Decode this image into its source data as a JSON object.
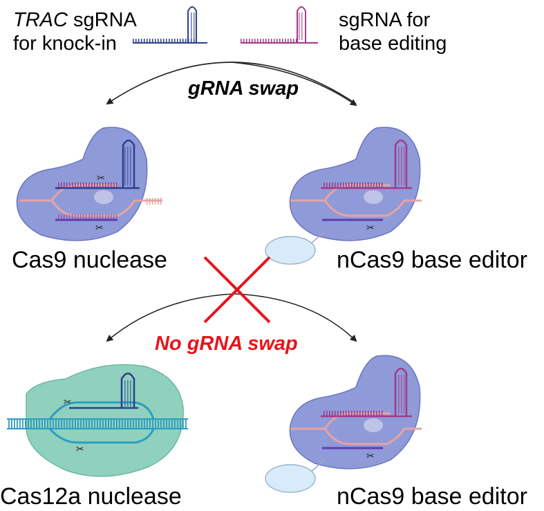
{
  "top": {
    "left_label_italic": "TRAC",
    "left_label_rest": " sgRNA",
    "left_label_line2": "for knock-in",
    "right_label_line1": "sgRNA for",
    "right_label_line2": "base editing"
  },
  "arrows": {
    "gRNA_swap_label": "gRNA swap",
    "no_gRNA_swap_label": "No gRNA swap",
    "no_swap_color": "#e8141b",
    "arrow_color": "#222222"
  },
  "complexes": {
    "cas9_nuclease_label": "Cas9 nuclease",
    "ncas9_base_editor_label_1": "nCas9 base editor",
    "cas12a_nuclease_label": "Cas12a nuclease",
    "ncas9_base_editor_label_2": "nCas9 base editor"
  },
  "colors": {
    "cas9_body": "#8f9ad8",
    "cas12a_body": "#8fd1bd",
    "sgRNA_knockin": "#2a3f8f",
    "sgRNA_base_editing": "#a23a86",
    "dna_strand": "#e9a3a3",
    "deaminase": "#d7ecf8"
  }
}
